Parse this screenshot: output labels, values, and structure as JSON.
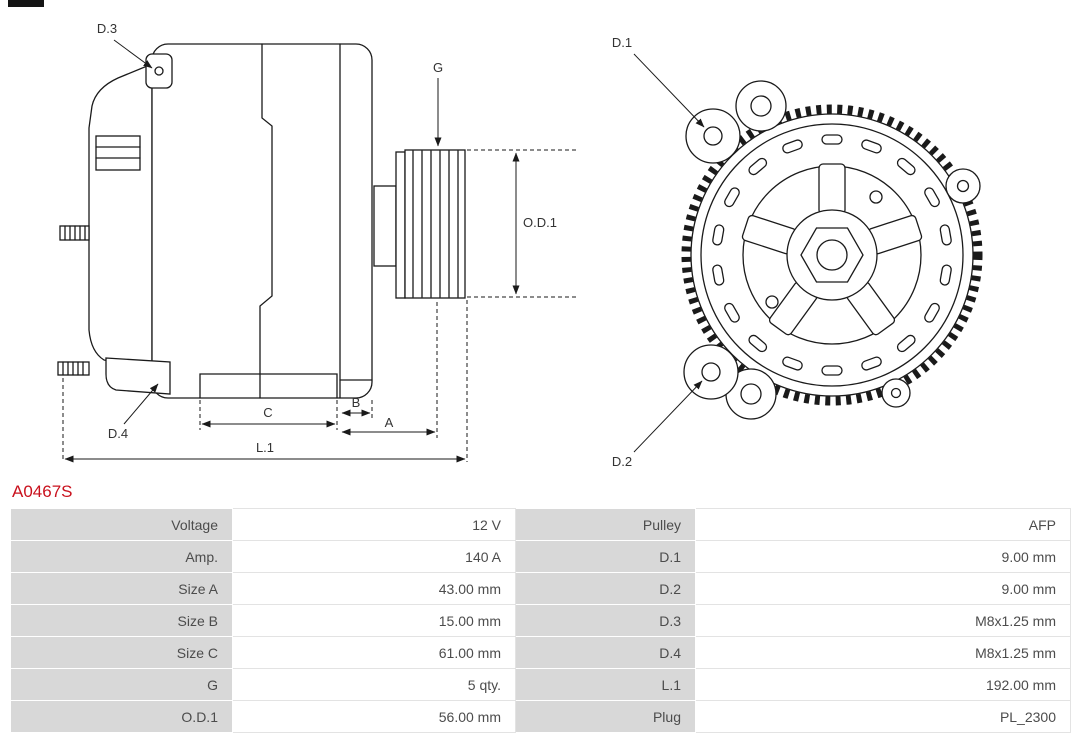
{
  "part_number": "A0467S",
  "colors": {
    "part_number": "#c9111d",
    "drawing_line": "#1a1a1a",
    "table_label_bg": "#d8d8d8",
    "table_value_border": "#e3e3e3",
    "table_text": "#4c4c4c"
  },
  "diagram": {
    "labels": {
      "d1": "D.1",
      "d2": "D.2",
      "d3": "D.3",
      "d4": "D.4",
      "g": "G",
      "od1": "O.D.1",
      "a": "A",
      "b": "B",
      "c": "C",
      "l1": "L.1"
    }
  },
  "table": {
    "rows": [
      {
        "l1": "Voltage",
        "v1": "12 V",
        "l2": "Pulley",
        "v2": "AFP"
      },
      {
        "l1": "Amp.",
        "v1": "140 A",
        "l2": "D.1",
        "v2": "9.00 mm"
      },
      {
        "l1": "Size A",
        "v1": "43.00 mm",
        "l2": "D.2",
        "v2": "9.00 mm"
      },
      {
        "l1": "Size B",
        "v1": "15.00 mm",
        "l2": "D.3",
        "v2": "M8x1.25 mm"
      },
      {
        "l1": "Size C",
        "v1": "61.00 mm",
        "l2": "D.4",
        "v2": "M8x1.25 mm"
      },
      {
        "l1": "G",
        "v1": "5 qty.",
        "l2": "L.1",
        "v2": "192.00 mm"
      },
      {
        "l1": "O.D.1",
        "v1": "56.00 mm",
        "l2": "Plug",
        "v2": "PL_2300"
      }
    ]
  }
}
